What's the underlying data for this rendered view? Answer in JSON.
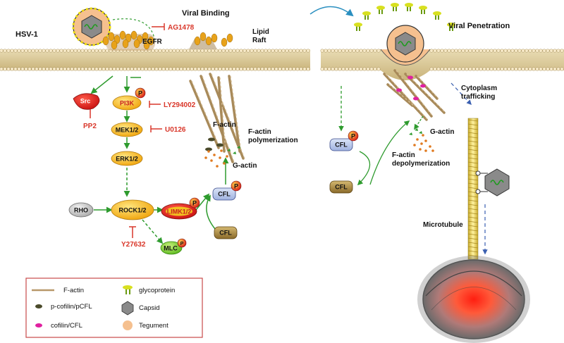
{
  "labels": {
    "virus": "HSV-1",
    "viral_binding": "Viral Binding",
    "viral_penetration": "Viral Penetration",
    "egfr": "EGFR",
    "lipid_raft": "Lipid Raft",
    "f_actin": "F-actin",
    "f_actin_polymerization": "F-actin polymerization",
    "g_actin": "G-actin",
    "g_actin_right": "G-actin",
    "f_actin_depolymerization": "F-actin depolymerization",
    "cytoplasm_trafficking": "Cytoplasm trafficking",
    "microtubule": "Microtubule"
  },
  "inhibitors": {
    "ag1478": "AG1478",
    "ly294002": "LY294002",
    "u0126": "U0126",
    "pp2": "PP2",
    "y27632": "Y27632"
  },
  "nodes": {
    "src": "Src",
    "pi3k": "PI3K",
    "mek": "MEK1/2",
    "erk": "ERK1/2",
    "rho": "RHO",
    "rock": "ROCK1/2",
    "limk": "LIMK1/2",
    "mlc": "MLC",
    "cfl_p_left": "CFL",
    "cfl_left": "CFL",
    "cfl_p_right": "CFL",
    "cfl_right": "CFL",
    "phospho": "P"
  },
  "legend": {
    "f_actin": "F-actin",
    "p_cofilin": "p-cofilin/pCFL",
    "cofilin": "cofilin/CFL",
    "glycoprotein": "glycoprotein",
    "capsid": "Capsid",
    "tegument": "Tegument"
  },
  "colors": {
    "arrow_green": "#2e9b2e",
    "inhibitor_red": "#d9372a",
    "membrane_tan": "#c8b27a",
    "receptor_orange": "#e8a21a",
    "capsid_gray": "#8a8a8a",
    "tegument_peach": "#f5c08f",
    "nucleus_red": "#ff2a1a",
    "cfl_blue": "#b9c8ea",
    "cfl_olive": "#a88a4a",
    "trafficking_blue": "#3a5fb0"
  }
}
